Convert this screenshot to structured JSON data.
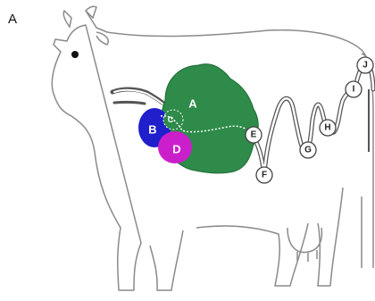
{
  "figure": {
    "panel_label": "A",
    "organs": {
      "rumen": "A",
      "reticulum": "B",
      "cd": "C",
      "abomasum": "D"
    },
    "intestine_labels": [
      "E",
      "F",
      "G",
      "H",
      "I",
      "J"
    ]
  },
  "colors": {
    "rumen": "#2e8b4a",
    "reticulum": "#1f1fcc",
    "abomasum": "#cc1fcc",
    "outline": "#8a8a8a",
    "tube": "#555555"
  }
}
